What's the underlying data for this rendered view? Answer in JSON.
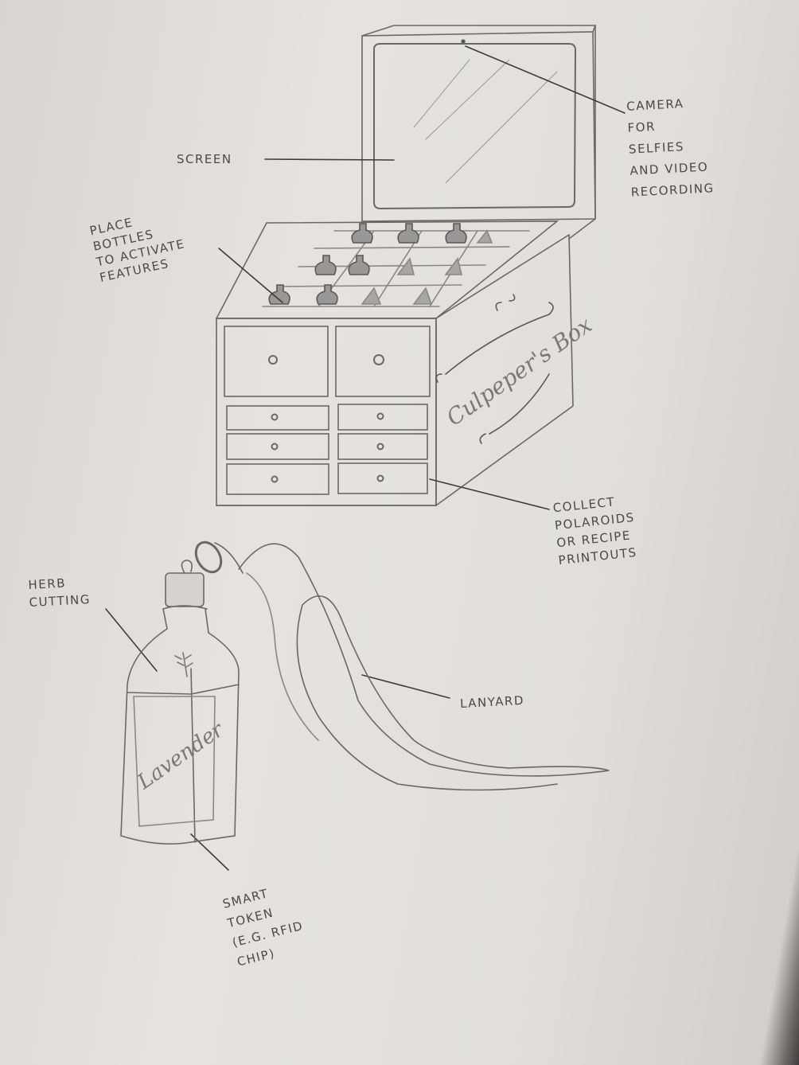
{
  "sketch": {
    "title": "Culpeper's Box",
    "bottle_label": "Lavender",
    "annotations": {
      "screen": "SCREEN",
      "camera": "CAMERA\nFOR\nSELFIES\nAND VIDEO\nRECORDING",
      "bottles": "PLACE\nBOTTLES\nTO ACTIVATE\nFEATURES",
      "drawers": "COLLECT\nPOLAROIDS\nOR RECIPE\nPRINTOUTS",
      "herb": "HERB\nCUTTING",
      "lanyard": "LANYARD",
      "token": "SMART\nTOKEN\n(E.G. RFID\nCHIP)"
    }
  }
}
